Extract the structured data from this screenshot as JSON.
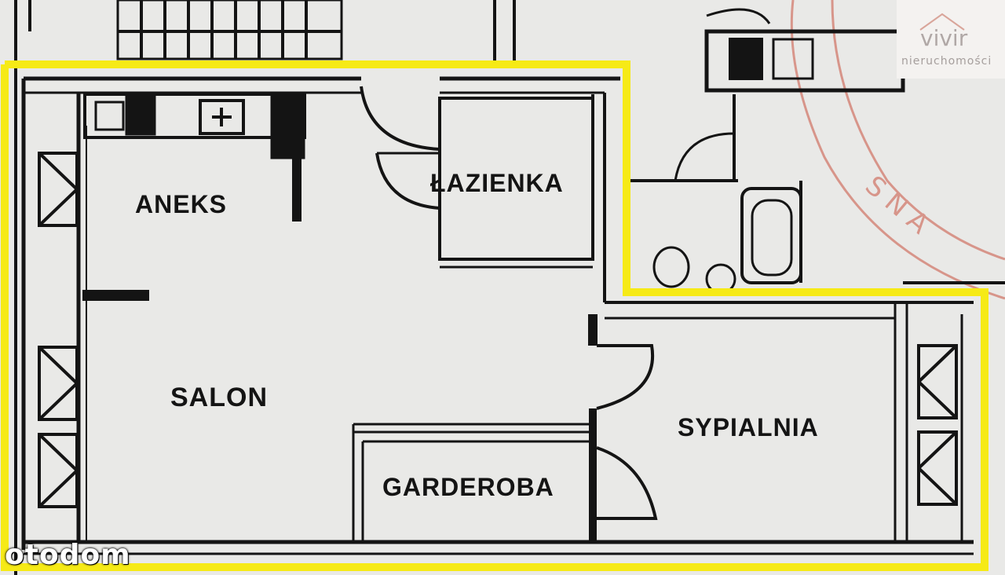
{
  "rooms": {
    "aneks": "ANEKS",
    "lazienka": "ŁAZIENKA",
    "salon": "SALON",
    "sypialnia": "SYPIALNIA",
    "garderoba": "GARDEROBA"
  },
  "watermarks": {
    "otodom": "otodom",
    "agency_name": "vivir",
    "agency_subtitle": "nieruchomości"
  },
  "colors": {
    "highlight_outline": "#f6ea16",
    "walls": "#141414",
    "stamp": "#c8553f"
  }
}
